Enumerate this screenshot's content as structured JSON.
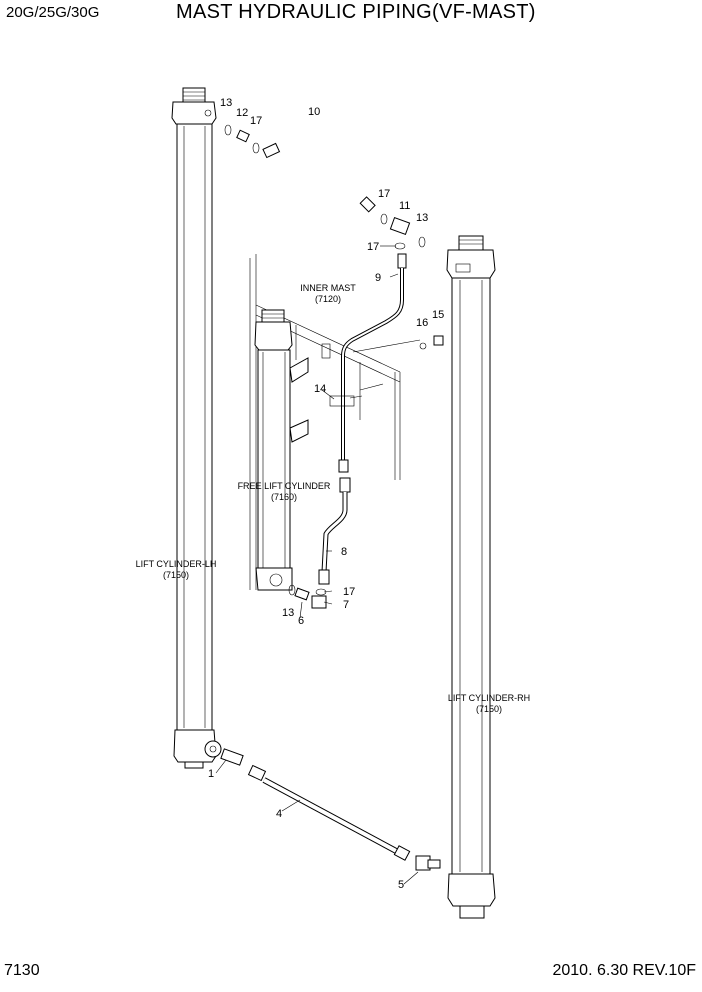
{
  "header": {
    "model": "20G/25G/30G",
    "title": "MAST HYDRAULIC PIPING(VF-MAST)"
  },
  "footer": {
    "page": "7130",
    "revision": "2010. 6.30  REV.10F"
  },
  "parts": {
    "p1": "1",
    "p4": "4",
    "p5": "5",
    "p6": "6",
    "p7": "7",
    "p8": "8",
    "p9": "9",
    "p10": "10",
    "p11": "11",
    "p12": "12",
    "p13a": "13",
    "p13b": "13",
    "p13c": "13",
    "p14": "14",
    "p15": "15",
    "p16": "16",
    "p17a": "17",
    "p17b": "17",
    "p17c": "17",
    "p17d": "17"
  },
  "captions": {
    "inner_mast": {
      "name": "INNER MAST",
      "code": "(7120)"
    },
    "free_lift": {
      "name": "FREE LIFT CYLINDER",
      "code": "(7160)"
    },
    "lift_lh": {
      "name": "LIFT CYLINDER-LH",
      "code": "(7150)"
    },
    "lift_rh": {
      "name": "LIFT CYLINDER-RH",
      "code": "(7150)"
    }
  }
}
